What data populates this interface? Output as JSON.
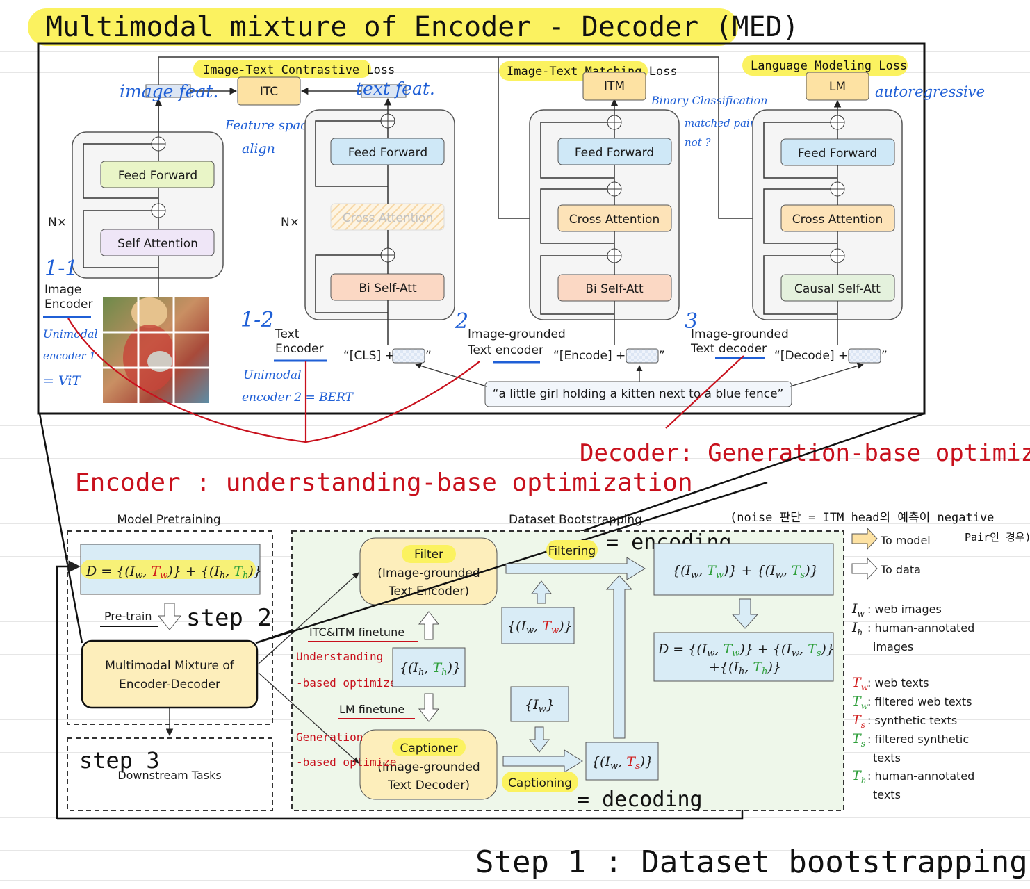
{
  "title": "Multimodal mixture of Encoder - Decoder (MED)",
  "top": {
    "image_encoder": {
      "loss_label": "Image-Text Contrastive Loss",
      "head": "ITC",
      "feed_forward": "Feed Forward",
      "self_attention": "Self Attention",
      "nx": "N×",
      "title_line1": "Image",
      "title_line2": "Encoder",
      "annotation_id": "1-1",
      "annotation_lines": [
        "Unimodal",
        "encoder 1",
        "= ViT"
      ],
      "image_feat": "image feat.",
      "text_feat": "text feat.",
      "feature_space_line1": "Feature space",
      "feature_space_line2": "align"
    },
    "text_encoder": {
      "feed_forward": "Feed Forward",
      "cross_attention": "Cross Attention",
      "bi_self_att": "Bi Self-Att",
      "nx": "N×",
      "title_line1": "Text",
      "title_line2": "Encoder",
      "annotation_id": "1-2",
      "annotation_line1": "Unimodal",
      "annotation_line2": "encoder 2 = BERT",
      "token": "“[CLS] +",
      "token_close": "”"
    },
    "grounded_encoder": {
      "loss_label": "Image-Text Matching Loss",
      "head": "ITM",
      "feed_forward": "Feed Forward",
      "cross_attention": "Cross Attention",
      "bi_self_att": "Bi Self-Att",
      "title_line1": "Image-grounded",
      "title_line2": "Text encoder",
      "annotation_id": "2",
      "binary": "Binary Classification",
      "matched_line1": "matched pair?",
      "matched_line2": "not ?",
      "token": "“[Encode] +",
      "token_close": "”"
    },
    "grounded_decoder": {
      "loss_label": "Language Modeling Loss",
      "head": "LM",
      "feed_forward": "Feed Forward",
      "cross_attention": "Cross Attention",
      "causal_self_att": "Causal Self-Att",
      "title_line1": "Image-grounded",
      "title_line2": "Text decoder",
      "annotation_id": "3",
      "autoregressive": "autoregressive",
      "token": "“[Decode] +",
      "token_close": "”"
    },
    "caption": "“a little girl holding a kitten next to a blue fence”"
  },
  "middle": {
    "encoder_note": "Encoder : understanding-base optimization",
    "decoder_note": "Decoder: Generation-base optimization"
  },
  "bottom": {
    "model_pretraining": "Model Pretraining",
    "dataset_bootstrapping": "Dataset Bootstrapping",
    "pretrain": "Pre-train",
    "step2": "step 2",
    "step3": "step 3",
    "step1": "Step 1 : Dataset bootstrapping",
    "med_line1": "Multimodal Mixture of",
    "med_line2": "Encoder-Decoder",
    "downstream": "Downstream Tasks",
    "filter_title": "Filter",
    "filter_line2": "(Image-grounded",
    "filter_line3": "Text Encoder)",
    "captioner_title": "Captioner",
    "captioner_line2": "(Image-grounded",
    "captioner_line3": "Text Decoder)",
    "itc_itm_finetune": "ITC&ITM finetune",
    "lm_finetune": "LM finetune",
    "understanding_line1": "Understanding",
    "understanding_line2": "-based optimize",
    "generation_line1": "Generation",
    "generation_line2": "-based optimize",
    "filtering": "Filtering",
    "captioning": "Captioning",
    "encoding": "= encoding",
    "decoding": "= decoding",
    "noise_note_line1": "(noise 판단 = ITM head의 예측이 negative",
    "noise_note_line2": "Pair인 경우)",
    "to_model": "To model",
    "to_data": "To data",
    "legend": [
      {
        "sym": "I",
        "sub": "w",
        "color": "#1a1a1a",
        "text": ": web images"
      },
      {
        "sym": "I",
        "sub": "h",
        "color": "#1a1a1a",
        "text": ": human-annotated"
      },
      {
        "sym": "",
        "sub": "",
        "color": "#1a1a1a",
        "text": "images"
      },
      {
        "sym": "T",
        "sub": "w",
        "color": "#d01c1c",
        "text": ": web texts"
      },
      {
        "sym": "T",
        "sub": "w",
        "color": "#2e9e3a",
        "text": ": filtered web texts"
      },
      {
        "sym": "T",
        "sub": "s",
        "color": "#d01c1c",
        "text": ": synthetic texts"
      },
      {
        "sym": "T",
        "sub": "s",
        "color": "#2e9e3a",
        "text": ": filtered synthetic"
      },
      {
        "sym": "",
        "sub": "",
        "color": "#1a1a1a",
        "text": "texts"
      },
      {
        "sym": "T",
        "sub": "h",
        "color": "#2e9e3a",
        "text": ": human-annotated"
      },
      {
        "sym": "",
        "sub": "",
        "color": "#1a1a1a",
        "text": "texts"
      }
    ]
  },
  "colors": {
    "highlight_yellow": "#fbf260",
    "red_ink": "#c8101c",
    "blue_ink": "#1f5fd6",
    "feed_forward_blue": "#cfe8f7",
    "feed_forward_green": "#e9f5c7",
    "self_attention_purple": "#efe6f7",
    "bi_self_att_orange": "#fbd8c4",
    "cross_attention_orange": "#fde3b8",
    "causal_green": "#e4f1dd",
    "head_orange": "#fde2a3",
    "data_blue": "#d9ecf6",
    "bootstrap_bg": "#eef7ea",
    "med_yellow": "#fdeebb"
  }
}
